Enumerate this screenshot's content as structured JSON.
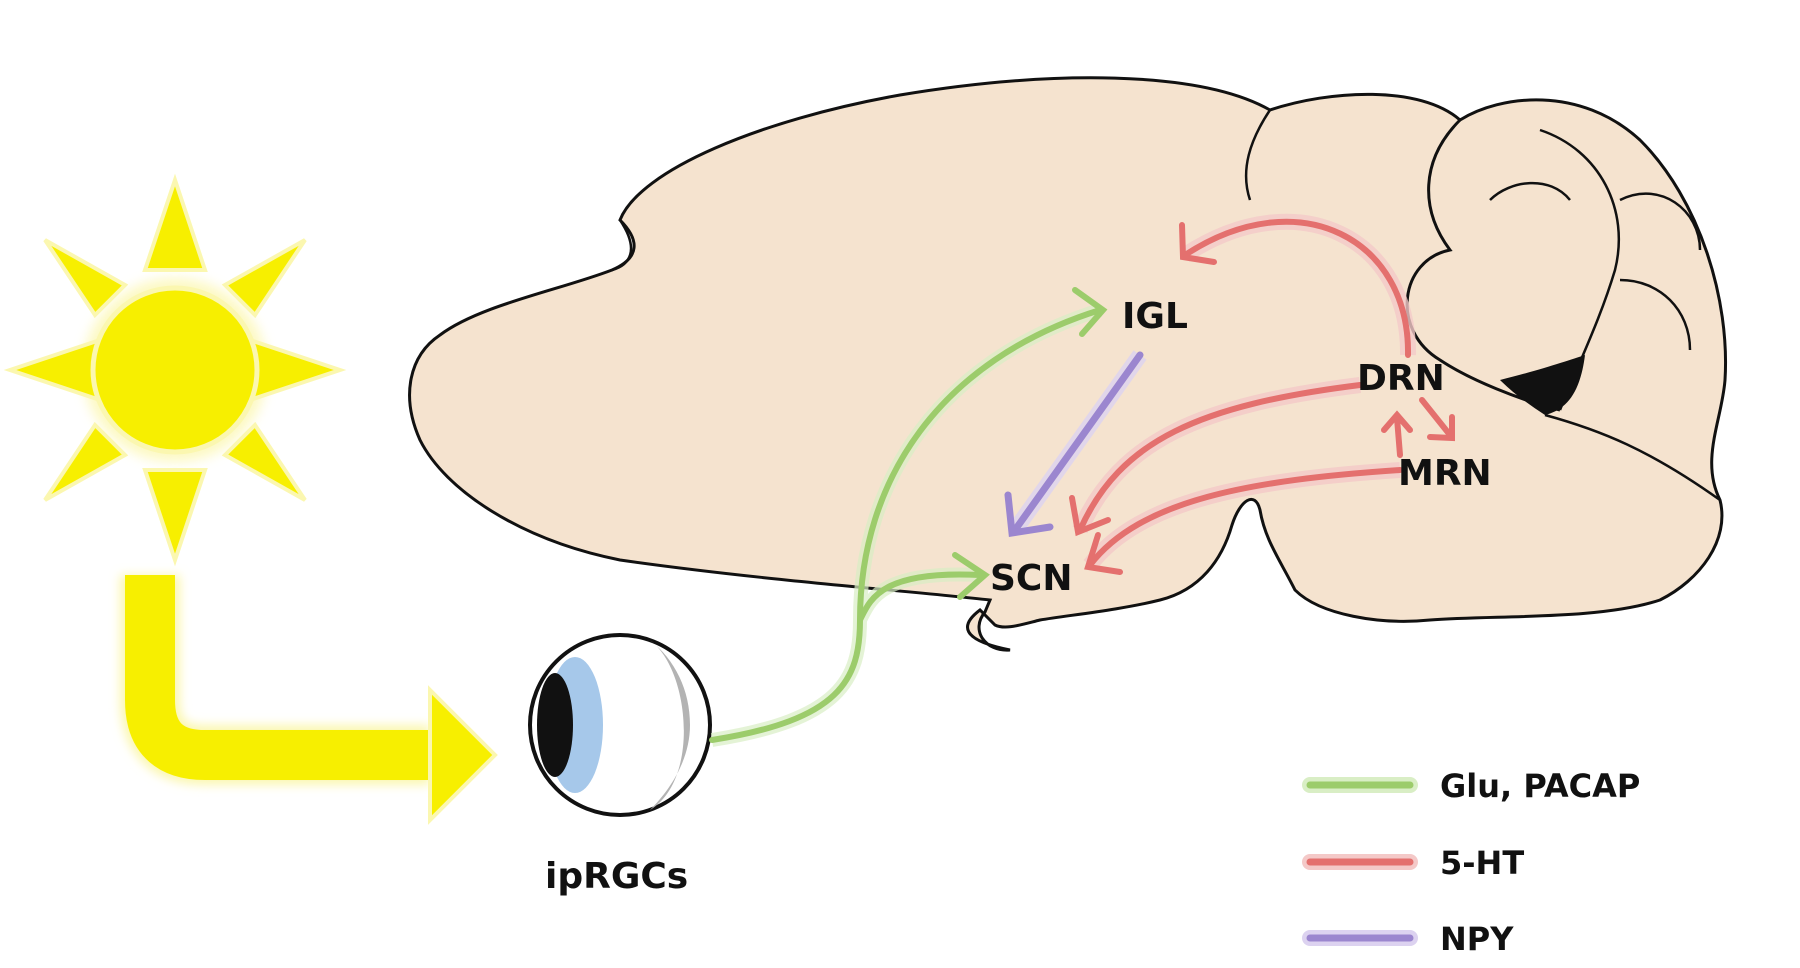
{
  "diagram": {
    "labels": {
      "igl": "IGL",
      "drn": "DRN",
      "mrn": "MRN",
      "scn": "SCN",
      "iprgcs": "ipRGCs"
    },
    "legend": [
      {
        "label": "Glu, PACAP",
        "color": "#9ccc6b"
      },
      {
        "label": "5-HT",
        "color": "#e4706e"
      },
      {
        "label": "NPY",
        "color": "#9b86cf"
      }
    ],
    "colors": {
      "brain": "#f5e3cf",
      "sun": "#f7ef00",
      "glu": "#9ccc6b",
      "serotonin": "#e4706e",
      "npy": "#9b86cf",
      "iris": "#a6c8ea"
    }
  }
}
